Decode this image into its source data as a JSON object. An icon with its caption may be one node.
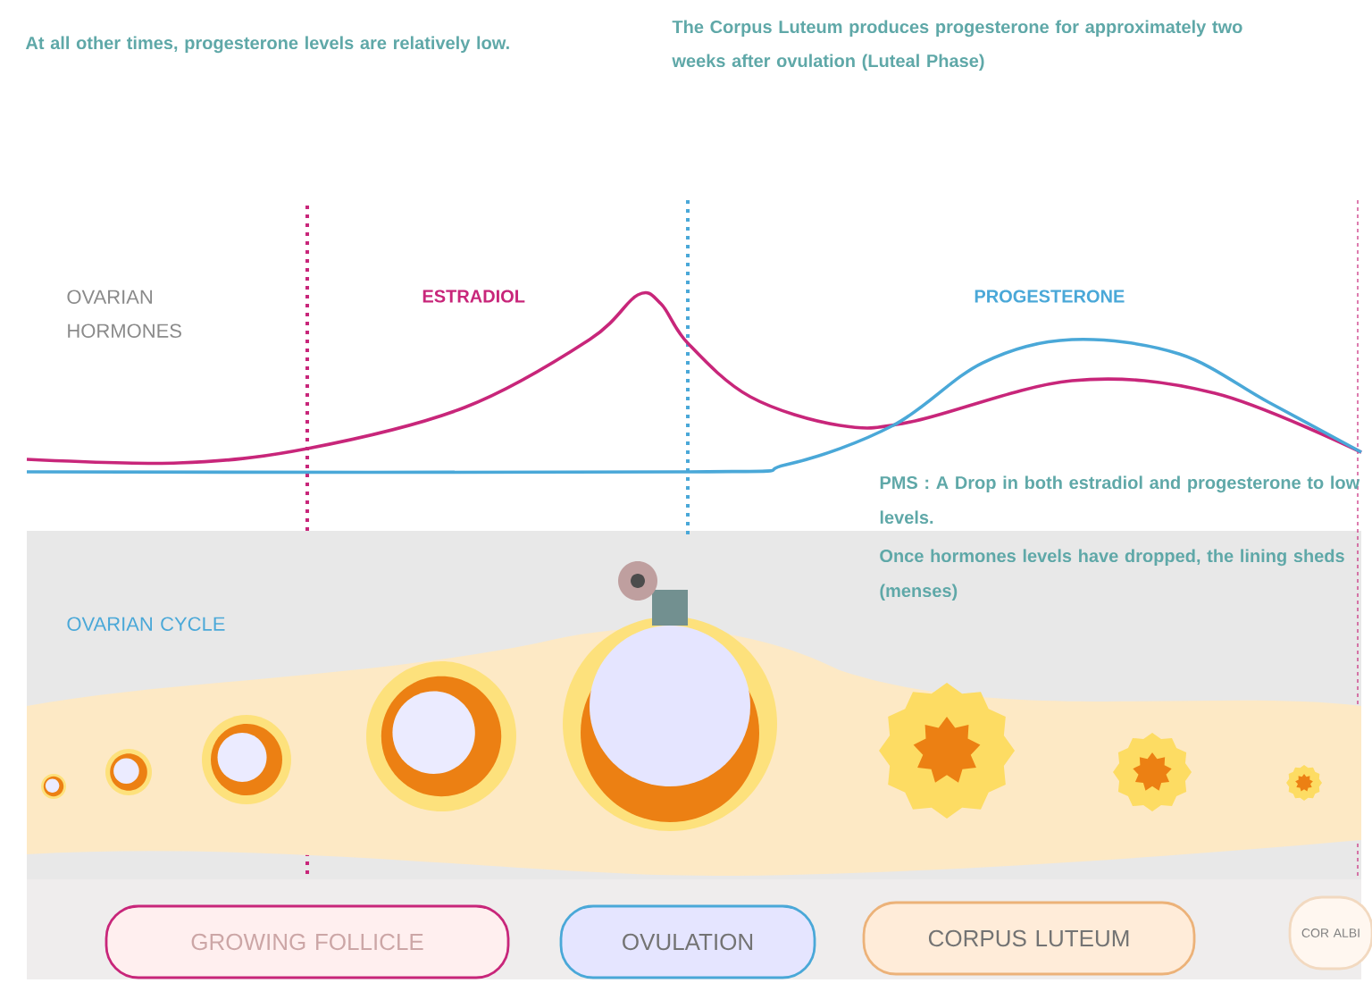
{
  "diagram": {
    "nodes": [
      {
        "text": [
          "GROWING FOLLICLE"
        ]
      },
      {
        "text": [
          "OVULATION"
        ]
      },
      {
        "text": [
          "CORPUS LUTEUM"
        ]
      },
      {
        "text": [
          "COR ALBI"
        ]
      }
    ],
    "labels": [
      "At all other times, progesterone levels are relatively low.",
      "The Corpus Luteum produces progesterone for approximately two weeks after ovulation (Luteal Phase)",
      "OVARIAN HORMONES",
      "ESTRADIOL",
      "PROGESTERONE",
      "PMS : A Drop in both estradiol and progesterone to low levels.",
      "Once hormones levels have dropped, the lining sheds (menses)",
      "OVARIAN CYCLE"
    ]
  }
}
